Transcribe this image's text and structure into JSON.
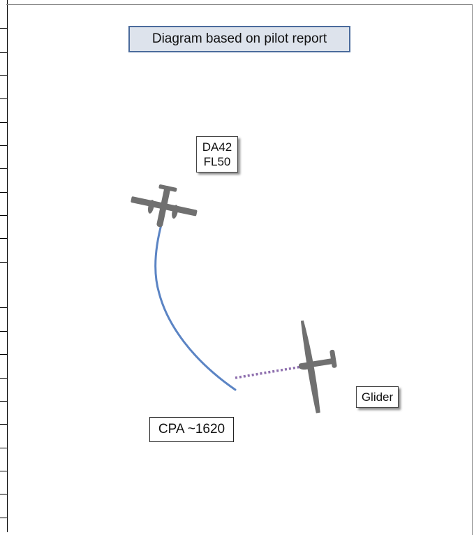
{
  "title": "Diagram based on pilot report",
  "aircraft_label": {
    "line1": "DA42",
    "line2": "FL50"
  },
  "glider_label": "Glider",
  "cpa_label": "CPA ~1620",
  "colors": {
    "track": "#5b84c4",
    "projection": "#8e6fae",
    "silhouette": "#707070",
    "title_fill": "#dde3ec",
    "title_border": "#4a6b9c"
  }
}
